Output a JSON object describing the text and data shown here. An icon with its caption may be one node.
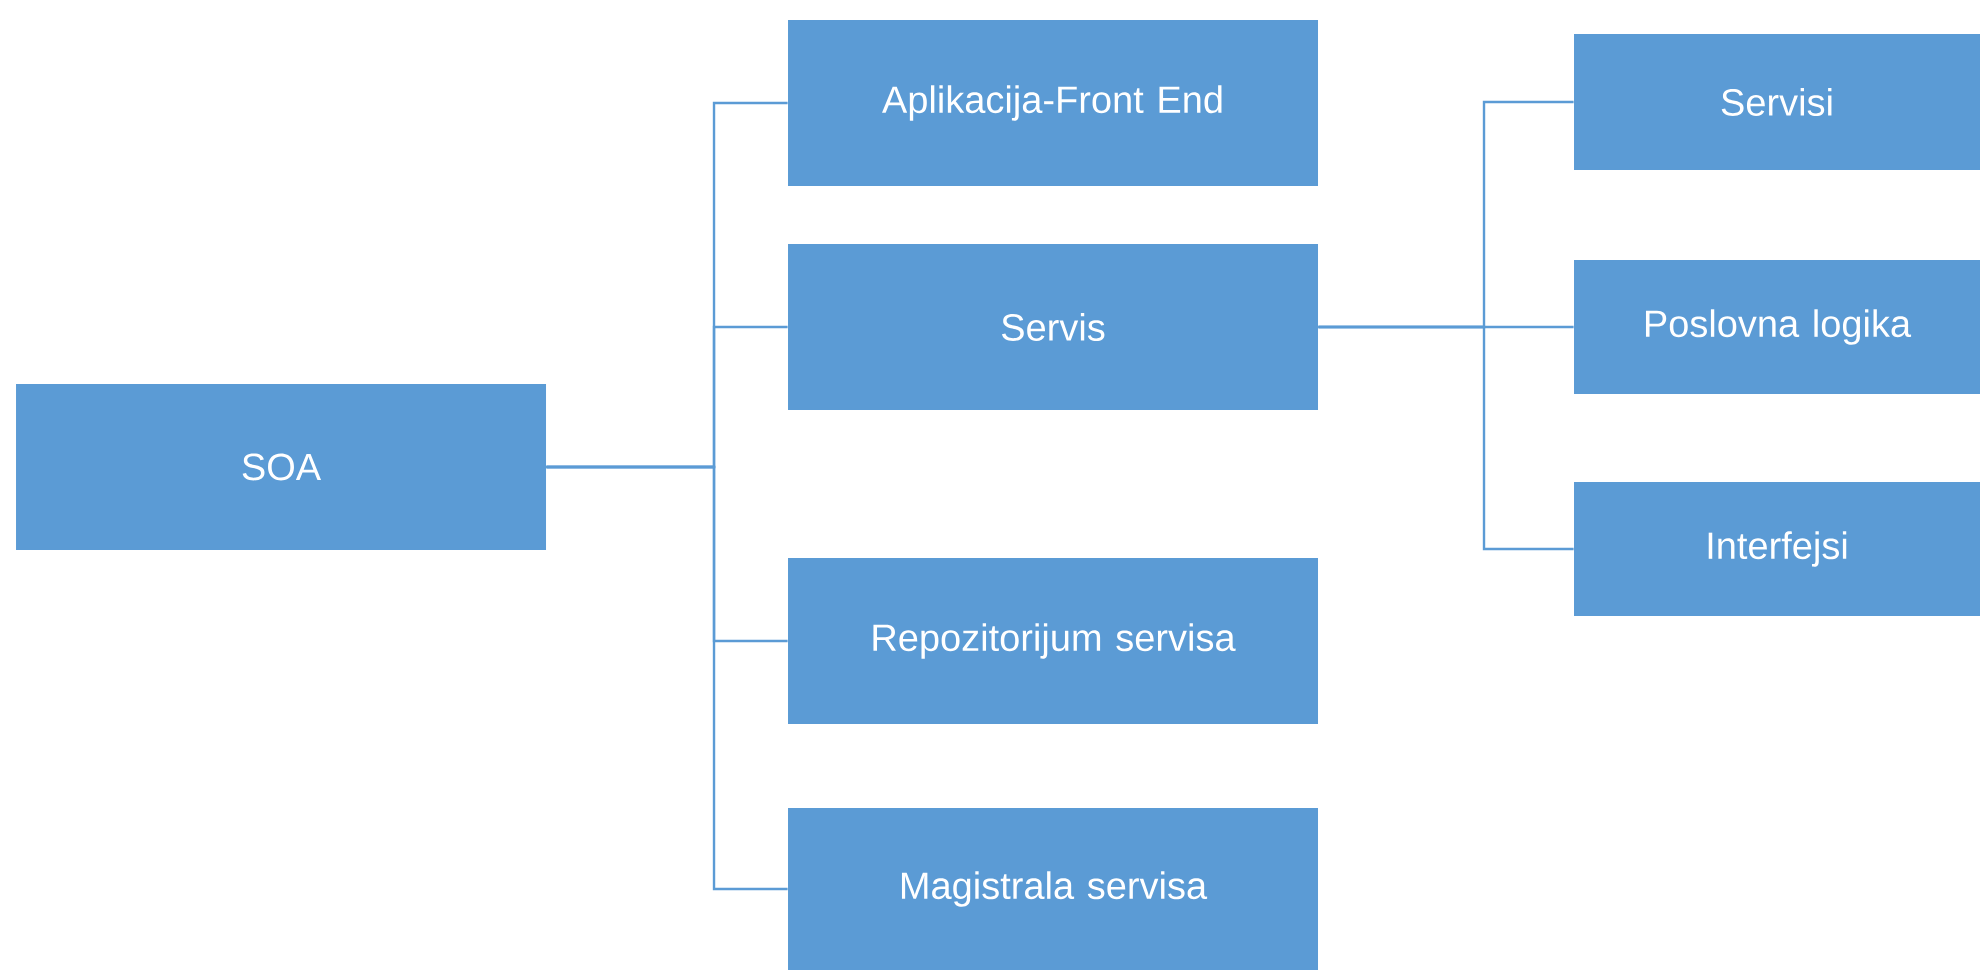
{
  "diagram": {
    "nodes": [
      {
        "text": [
          "SOA"
        ]
      },
      {
        "text": [
          "Aplikacija-Front End"
        ]
      },
      {
        "text": [
          "Servis"
        ]
      },
      {
        "text": [
          "Repozitorijum servisa"
        ]
      },
      {
        "text": [
          "Magistrala servisa"
        ]
      },
      {
        "text": [
          "Servisi"
        ]
      },
      {
        "text": [
          "Poslovna logika"
        ]
      },
      {
        "text": [
          "Interfejsi"
        ]
      }
    ],
    "edges": [
      {
        "from": 0,
        "to": 1,
        "arrow": "none"
      },
      {
        "from": 0,
        "to": 2,
        "arrow": "none"
      },
      {
        "from": 0,
        "to": 3,
        "arrow": "none"
      },
      {
        "from": 0,
        "to": 4,
        "arrow": "none"
      },
      {
        "from": 2,
        "to": 5,
        "arrow": "none"
      },
      {
        "from": 2,
        "to": 6,
        "arrow": "none"
      },
      {
        "from": 2,
        "to": 7,
        "arrow": "none"
      }
    ]
  }
}
